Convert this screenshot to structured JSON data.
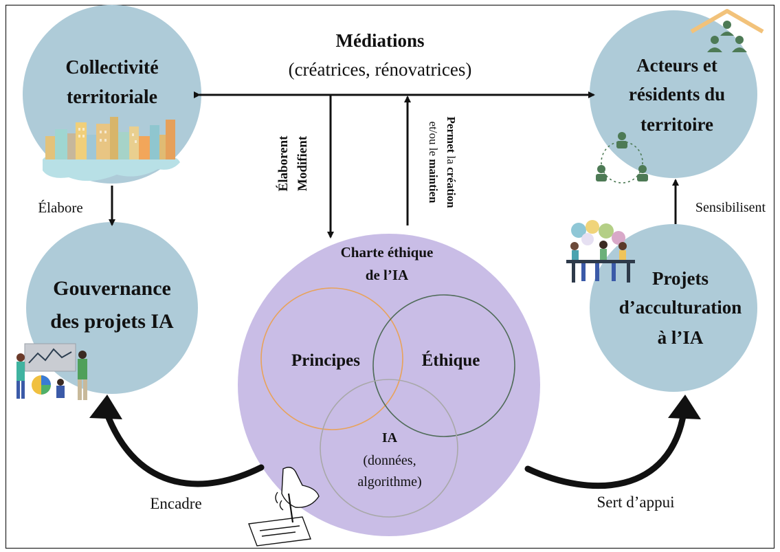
{
  "colors": {
    "circle_blue": "#aecbd8",
    "circle_purple": "#c9bde6",
    "principles_ring": "#e8a25a",
    "ethics_ring": "#4f6b58",
    "ia_ring": "#a8a8a8",
    "arrow": "#111111",
    "icon_green": "#4d7a55",
    "roof_orange": "#f2c27a"
  },
  "nodes": {
    "collectivite": {
      "line1": "Collectivité",
      "line2": "territoriale"
    },
    "acteurs": {
      "line1": "Acteurs et",
      "line2": "résidents du",
      "line3": "territoire"
    },
    "gouvernance": {
      "line1": "Gouvernance",
      "line2": "des projets IA"
    },
    "projets": {
      "line1": "Projets",
      "line2": "d’acculturation",
      "line3": "à l’IA"
    },
    "charte": {
      "line1": "Charte éthique",
      "line2": "de l’IA"
    }
  },
  "venn": {
    "principes": "Principes",
    "ethique": "Éthique",
    "ia": {
      "line1": "IA",
      "line2": "(données,",
      "line3": "algorithme)"
    }
  },
  "edges": {
    "mediations": {
      "title": "Médiations",
      "subtitle": "(créatrices, rénovatrices)"
    },
    "elaborent": {
      "line1": "Élaborent",
      "line2": "Modifient"
    },
    "permet": {
      "bold1": "Permet",
      "normal1": " la ",
      "bold2": "création",
      "line2_normal": "et/ou le ",
      "line2_bold": "maintien"
    },
    "elabore": "Élabore",
    "sensibilisent": "Sensibilisent",
    "encadre": "Encadre",
    "sert_appui": "Sert d’appui"
  },
  "icons": {
    "city": "city-skyline-icon",
    "community": "community-roof-icon",
    "network": "people-network-icon",
    "discussion": "discussion-group-icon",
    "analytics": "team-analytics-icon",
    "signing": "hand-signing-icon"
  }
}
